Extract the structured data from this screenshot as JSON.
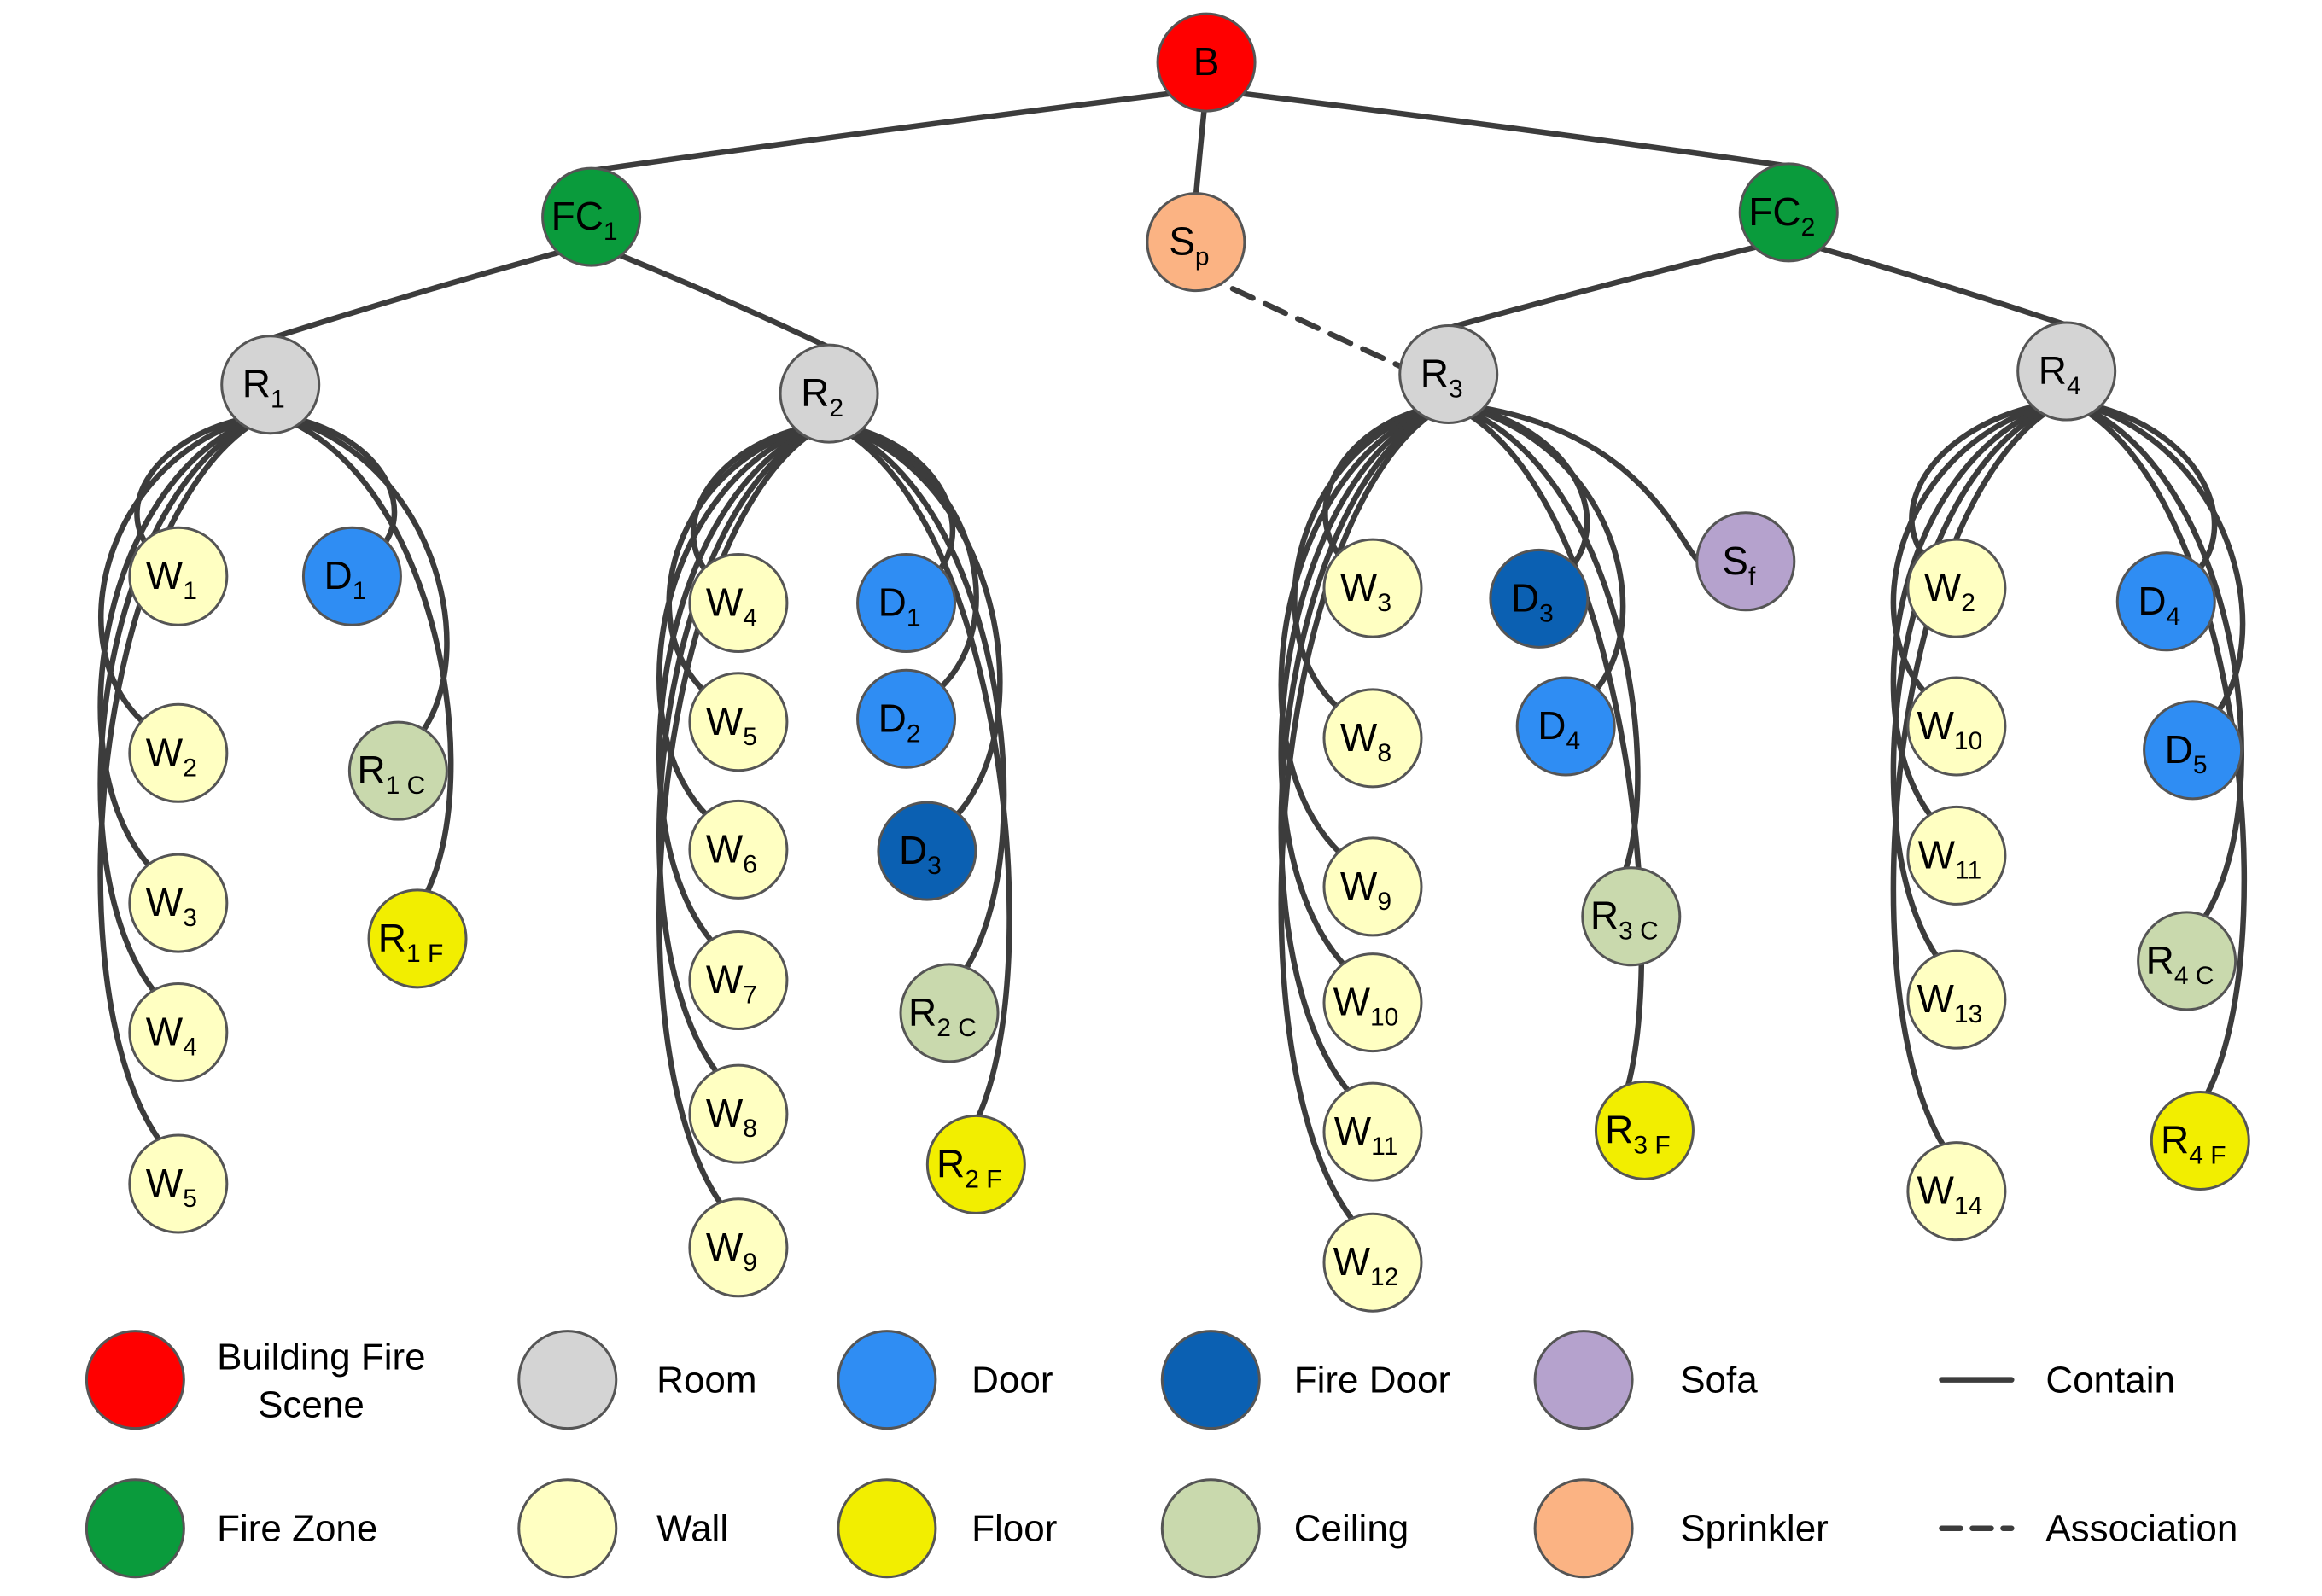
{
  "colors": {
    "building": "#ff0000",
    "firezone": "#0a9b3c",
    "sprinkler": "#fbb383",
    "room": "#d4d4d4",
    "wall": "#ffffc2",
    "door": "#2f8df3",
    "firedoor": "#0b60b2",
    "ceiling": "#c9d9ad",
    "floor": "#f2ee00",
    "sofa": "#b5a2cd"
  },
  "nodes": [
    {
      "id": "B",
      "base": "B",
      "sub": "",
      "type": "building"
    },
    {
      "id": "FC1",
      "base": "FC",
      "sub": "1",
      "type": "firezone"
    },
    {
      "id": "Sp",
      "base": "S",
      "sub": "p",
      "type": "sprinkler"
    },
    {
      "id": "FC2",
      "base": "FC",
      "sub": "2",
      "type": "firezone"
    },
    {
      "id": "R1",
      "base": "R",
      "sub": "1",
      "type": "room"
    },
    {
      "id": "R2",
      "base": "R",
      "sub": "2",
      "type": "room"
    },
    {
      "id": "R3",
      "base": "R",
      "sub": "3",
      "type": "room"
    },
    {
      "id": "R4",
      "base": "R",
      "sub": "4",
      "type": "room"
    },
    {
      "id": "R1W1",
      "base": "W",
      "sub": "1",
      "type": "wall"
    },
    {
      "id": "R1W2",
      "base": "W",
      "sub": "2",
      "type": "wall"
    },
    {
      "id": "R1W3",
      "base": "W",
      "sub": "3",
      "type": "wall"
    },
    {
      "id": "R1W4",
      "base": "W",
      "sub": "4",
      "type": "wall"
    },
    {
      "id": "R1W5",
      "base": "W",
      "sub": "5",
      "type": "wall"
    },
    {
      "id": "R1D1",
      "base": "D",
      "sub": "1",
      "type": "door"
    },
    {
      "id": "R1C",
      "base": "R",
      "sub": "1 C",
      "type": "ceiling"
    },
    {
      "id": "R1F",
      "base": "R",
      "sub": "1 F",
      "type": "floor"
    },
    {
      "id": "R2W4",
      "base": "W",
      "sub": "4",
      "type": "wall"
    },
    {
      "id": "R2W5",
      "base": "W",
      "sub": "5",
      "type": "wall"
    },
    {
      "id": "R2W6",
      "base": "W",
      "sub": "6",
      "type": "wall"
    },
    {
      "id": "R2W7",
      "base": "W",
      "sub": "7",
      "type": "wall"
    },
    {
      "id": "R2W8",
      "base": "W",
      "sub": "8",
      "type": "wall"
    },
    {
      "id": "R2W9",
      "base": "W",
      "sub": "9",
      "type": "wall"
    },
    {
      "id": "R2D1",
      "base": "D",
      "sub": "1",
      "type": "door"
    },
    {
      "id": "R2D2",
      "base": "D",
      "sub": "2",
      "type": "door"
    },
    {
      "id": "R2D3",
      "base": "D",
      "sub": "3",
      "type": "firedoor"
    },
    {
      "id": "R2C",
      "base": "R",
      "sub": "2 C",
      "type": "ceiling"
    },
    {
      "id": "R2F",
      "base": "R",
      "sub": "2 F",
      "type": "floor"
    },
    {
      "id": "R3W3",
      "base": "W",
      "sub": "3",
      "type": "wall"
    },
    {
      "id": "R3W8",
      "base": "W",
      "sub": "8",
      "type": "wall"
    },
    {
      "id": "R3W9",
      "base": "W",
      "sub": "9",
      "type": "wall"
    },
    {
      "id": "R3W10",
      "base": "W",
      "sub": "10",
      "type": "wall"
    },
    {
      "id": "R3W11",
      "base": "W",
      "sub": "11",
      "type": "wall"
    },
    {
      "id": "R3W12",
      "base": "W",
      "sub": "12",
      "type": "wall"
    },
    {
      "id": "R3D3",
      "base": "D",
      "sub": "3",
      "type": "firedoor"
    },
    {
      "id": "R3D4",
      "base": "D",
      "sub": "4",
      "type": "door"
    },
    {
      "id": "Sf",
      "base": "S",
      "sub": "f",
      "type": "sofa"
    },
    {
      "id": "R3C",
      "base": "R",
      "sub": "3 C",
      "type": "ceiling"
    },
    {
      "id": "R3F",
      "base": "R",
      "sub": "3 F",
      "type": "floor"
    },
    {
      "id": "R4W2",
      "base": "W",
      "sub": "2",
      "type": "wall"
    },
    {
      "id": "R4W10",
      "base": "W",
      "sub": "10",
      "type": "wall"
    },
    {
      "id": "R4W11",
      "base": "W",
      "sub": "11",
      "type": "wall"
    },
    {
      "id": "R4W13",
      "base": "W",
      "sub": "13",
      "type": "wall"
    },
    {
      "id": "R4W14",
      "base": "W",
      "sub": "14",
      "type": "wall"
    },
    {
      "id": "R4D4",
      "base": "D",
      "sub": "4",
      "type": "door"
    },
    {
      "id": "R4D5",
      "base": "D",
      "sub": "5",
      "type": "door"
    },
    {
      "id": "R4C",
      "base": "R",
      "sub": "4 C",
      "type": "ceiling"
    },
    {
      "id": "R4F",
      "base": "R",
      "sub": "4 F",
      "type": "floor"
    }
  ],
  "edges": [
    {
      "from": "B",
      "to": "FC1",
      "kind": "contain"
    },
    {
      "from": "B",
      "to": "Sp",
      "kind": "contain"
    },
    {
      "from": "B",
      "to": "FC2",
      "kind": "contain"
    },
    {
      "from": "FC1",
      "to": "R1",
      "kind": "contain"
    },
    {
      "from": "FC1",
      "to": "R2",
      "kind": "contain"
    },
    {
      "from": "FC2",
      "to": "R3",
      "kind": "contain"
    },
    {
      "from": "FC2",
      "to": "R4",
      "kind": "contain"
    },
    {
      "from": "Sp",
      "to": "R3",
      "kind": "association"
    },
    {
      "from": "R1",
      "to": "R1W1",
      "kind": "contain"
    },
    {
      "from": "R1",
      "to": "R1W2",
      "kind": "contain"
    },
    {
      "from": "R1",
      "to": "R1W3",
      "kind": "contain"
    },
    {
      "from": "R1",
      "to": "R1W4",
      "kind": "contain"
    },
    {
      "from": "R1",
      "to": "R1W5",
      "kind": "contain"
    },
    {
      "from": "R1",
      "to": "R1D1",
      "kind": "contain"
    },
    {
      "from": "R1",
      "to": "R1C",
      "kind": "contain"
    },
    {
      "from": "R1",
      "to": "R1F",
      "kind": "contain"
    },
    {
      "from": "R2",
      "to": "R2W4",
      "kind": "contain"
    },
    {
      "from": "R2",
      "to": "R2W5",
      "kind": "contain"
    },
    {
      "from": "R2",
      "to": "R2W6",
      "kind": "contain"
    },
    {
      "from": "R2",
      "to": "R2W7",
      "kind": "contain"
    },
    {
      "from": "R2",
      "to": "R2W8",
      "kind": "contain"
    },
    {
      "from": "R2",
      "to": "R2W9",
      "kind": "contain"
    },
    {
      "from": "R2",
      "to": "R2D1",
      "kind": "contain"
    },
    {
      "from": "R2",
      "to": "R2D2",
      "kind": "contain"
    },
    {
      "from": "R2",
      "to": "R2D3",
      "kind": "contain"
    },
    {
      "from": "R2",
      "to": "R2C",
      "kind": "contain"
    },
    {
      "from": "R2",
      "to": "R2F",
      "kind": "contain"
    },
    {
      "from": "R3",
      "to": "R3W3",
      "kind": "contain"
    },
    {
      "from": "R3",
      "to": "R3W8",
      "kind": "contain"
    },
    {
      "from": "R3",
      "to": "R3W9",
      "kind": "contain"
    },
    {
      "from": "R3",
      "to": "R3W10",
      "kind": "contain"
    },
    {
      "from": "R3",
      "to": "R3W11",
      "kind": "contain"
    },
    {
      "from": "R3",
      "to": "R3W12",
      "kind": "contain"
    },
    {
      "from": "R3",
      "to": "R3D3",
      "kind": "contain"
    },
    {
      "from": "R3",
      "to": "R3D4",
      "kind": "contain"
    },
    {
      "from": "R3",
      "to": "Sf",
      "kind": "contain"
    },
    {
      "from": "R3",
      "to": "R3C",
      "kind": "contain"
    },
    {
      "from": "R3",
      "to": "R3F",
      "kind": "contain"
    },
    {
      "from": "R4",
      "to": "R4W2",
      "kind": "contain"
    },
    {
      "from": "R4",
      "to": "R4W10",
      "kind": "contain"
    },
    {
      "from": "R4",
      "to": "R4W11",
      "kind": "contain"
    },
    {
      "from": "R4",
      "to": "R4W13",
      "kind": "contain"
    },
    {
      "from": "R4",
      "to": "R4W14",
      "kind": "contain"
    },
    {
      "from": "R4",
      "to": "R4D4",
      "kind": "contain"
    },
    {
      "from": "R4",
      "to": "R4D5",
      "kind": "contain"
    },
    {
      "from": "R4",
      "to": "R4C",
      "kind": "contain"
    },
    {
      "from": "R4",
      "to": "R4F",
      "kind": "contain"
    }
  ],
  "legend": {
    "nodes": [
      {
        "type": "building",
        "label": "Building Fire Scene"
      },
      {
        "type": "room",
        "label": "Room"
      },
      {
        "type": "door",
        "label": "Door"
      },
      {
        "type": "firedoor",
        "label": "Fire Door"
      },
      {
        "type": "sofa",
        "label": "Sofa"
      },
      {
        "type": "firezone",
        "label": "Fire Zone"
      },
      {
        "type": "wall",
        "label": "Wall"
      },
      {
        "type": "floor",
        "label": "Floor"
      },
      {
        "type": "ceiling",
        "label": "Ceiling"
      },
      {
        "type": "sprinkler",
        "label": "Sprinkler"
      }
    ],
    "lines": [
      {
        "kind": "contain",
        "label": "Contain"
      },
      {
        "kind": "association",
        "label": "Association"
      }
    ]
  }
}
